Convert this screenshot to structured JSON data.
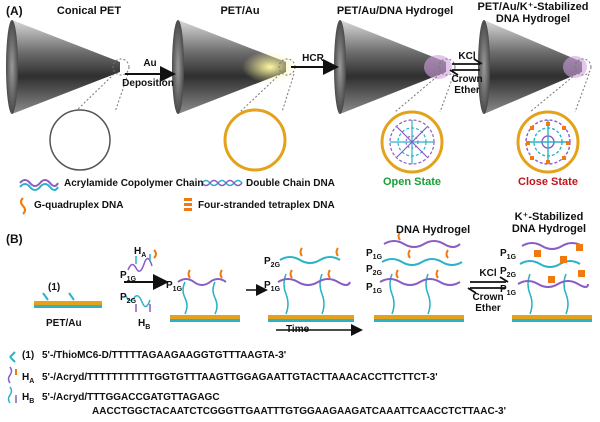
{
  "panelA": {
    "label": "(A)",
    "titles": [
      "Conical PET",
      "PET/Au",
      "PET/Au/DNA Hydrogel",
      "PET/Au/K⁺-Stabilized",
      "DNA Hydrogel"
    ],
    "arrow1": [
      "Au",
      "Deposition"
    ],
    "arrow2": "HCR",
    "arrow3": [
      "KCl",
      "Crown",
      "Ether"
    ],
    "states": {
      "open": "Open State",
      "close": "Close State"
    },
    "legend": {
      "copolymer": "Acrylamide Copolymer Chain",
      "dsdna": "Double Chain DNA",
      "gquad": "G-quadruplex DNA",
      "tetraplex": "Four-stranded tetraplex DNA"
    },
    "colors": {
      "open": "#1a9e3a",
      "close": "#c0151c",
      "gold": "#e3a21a",
      "copolymer": "#8a5cc4",
      "dna": "#2ab3c8",
      "orange": "#f07a10"
    }
  },
  "panelB": {
    "label": "(B)",
    "step1": "(1)",
    "substrate": "PET/Au",
    "ha": "H",
    "ha_sub": "A",
    "hb": "H",
    "hb_sub": "B",
    "p1g": "P",
    "p1g_sub": "1G",
    "p2g": "P",
    "p2g_sub": "2G",
    "time": "Time",
    "hydrogel": "DNA Hydrogel",
    "kstab": [
      "K⁺-Stabilized",
      "DNA Hydrogel"
    ],
    "kcl": [
      "KCl",
      "Crown",
      "Ether"
    ]
  },
  "sequences": {
    "s1_id": "(1)",
    "s1": "5'-/ThioMC6-D/TTTTTAGAAGAAGGTGTTTAAGTA-3'",
    "ha_id": "H",
    "ha_sub": "A",
    "ha": "5'-/Acryd/TTTTTTTTTTTGGTGTTTAAGTTGGAGAATTGTACTTAAACACCTTCTTCT-3'",
    "hb_id": "H",
    "hb_sub": "B",
    "hb1": "5'-/Acryd/TTTGGACCGATGTTAGAGC",
    "hb2": "AACCTGGCTACAATCTCGGGTTGAATTTGTGGAAGAAGATCAAATTCAACCTCTTAAC-3'"
  }
}
